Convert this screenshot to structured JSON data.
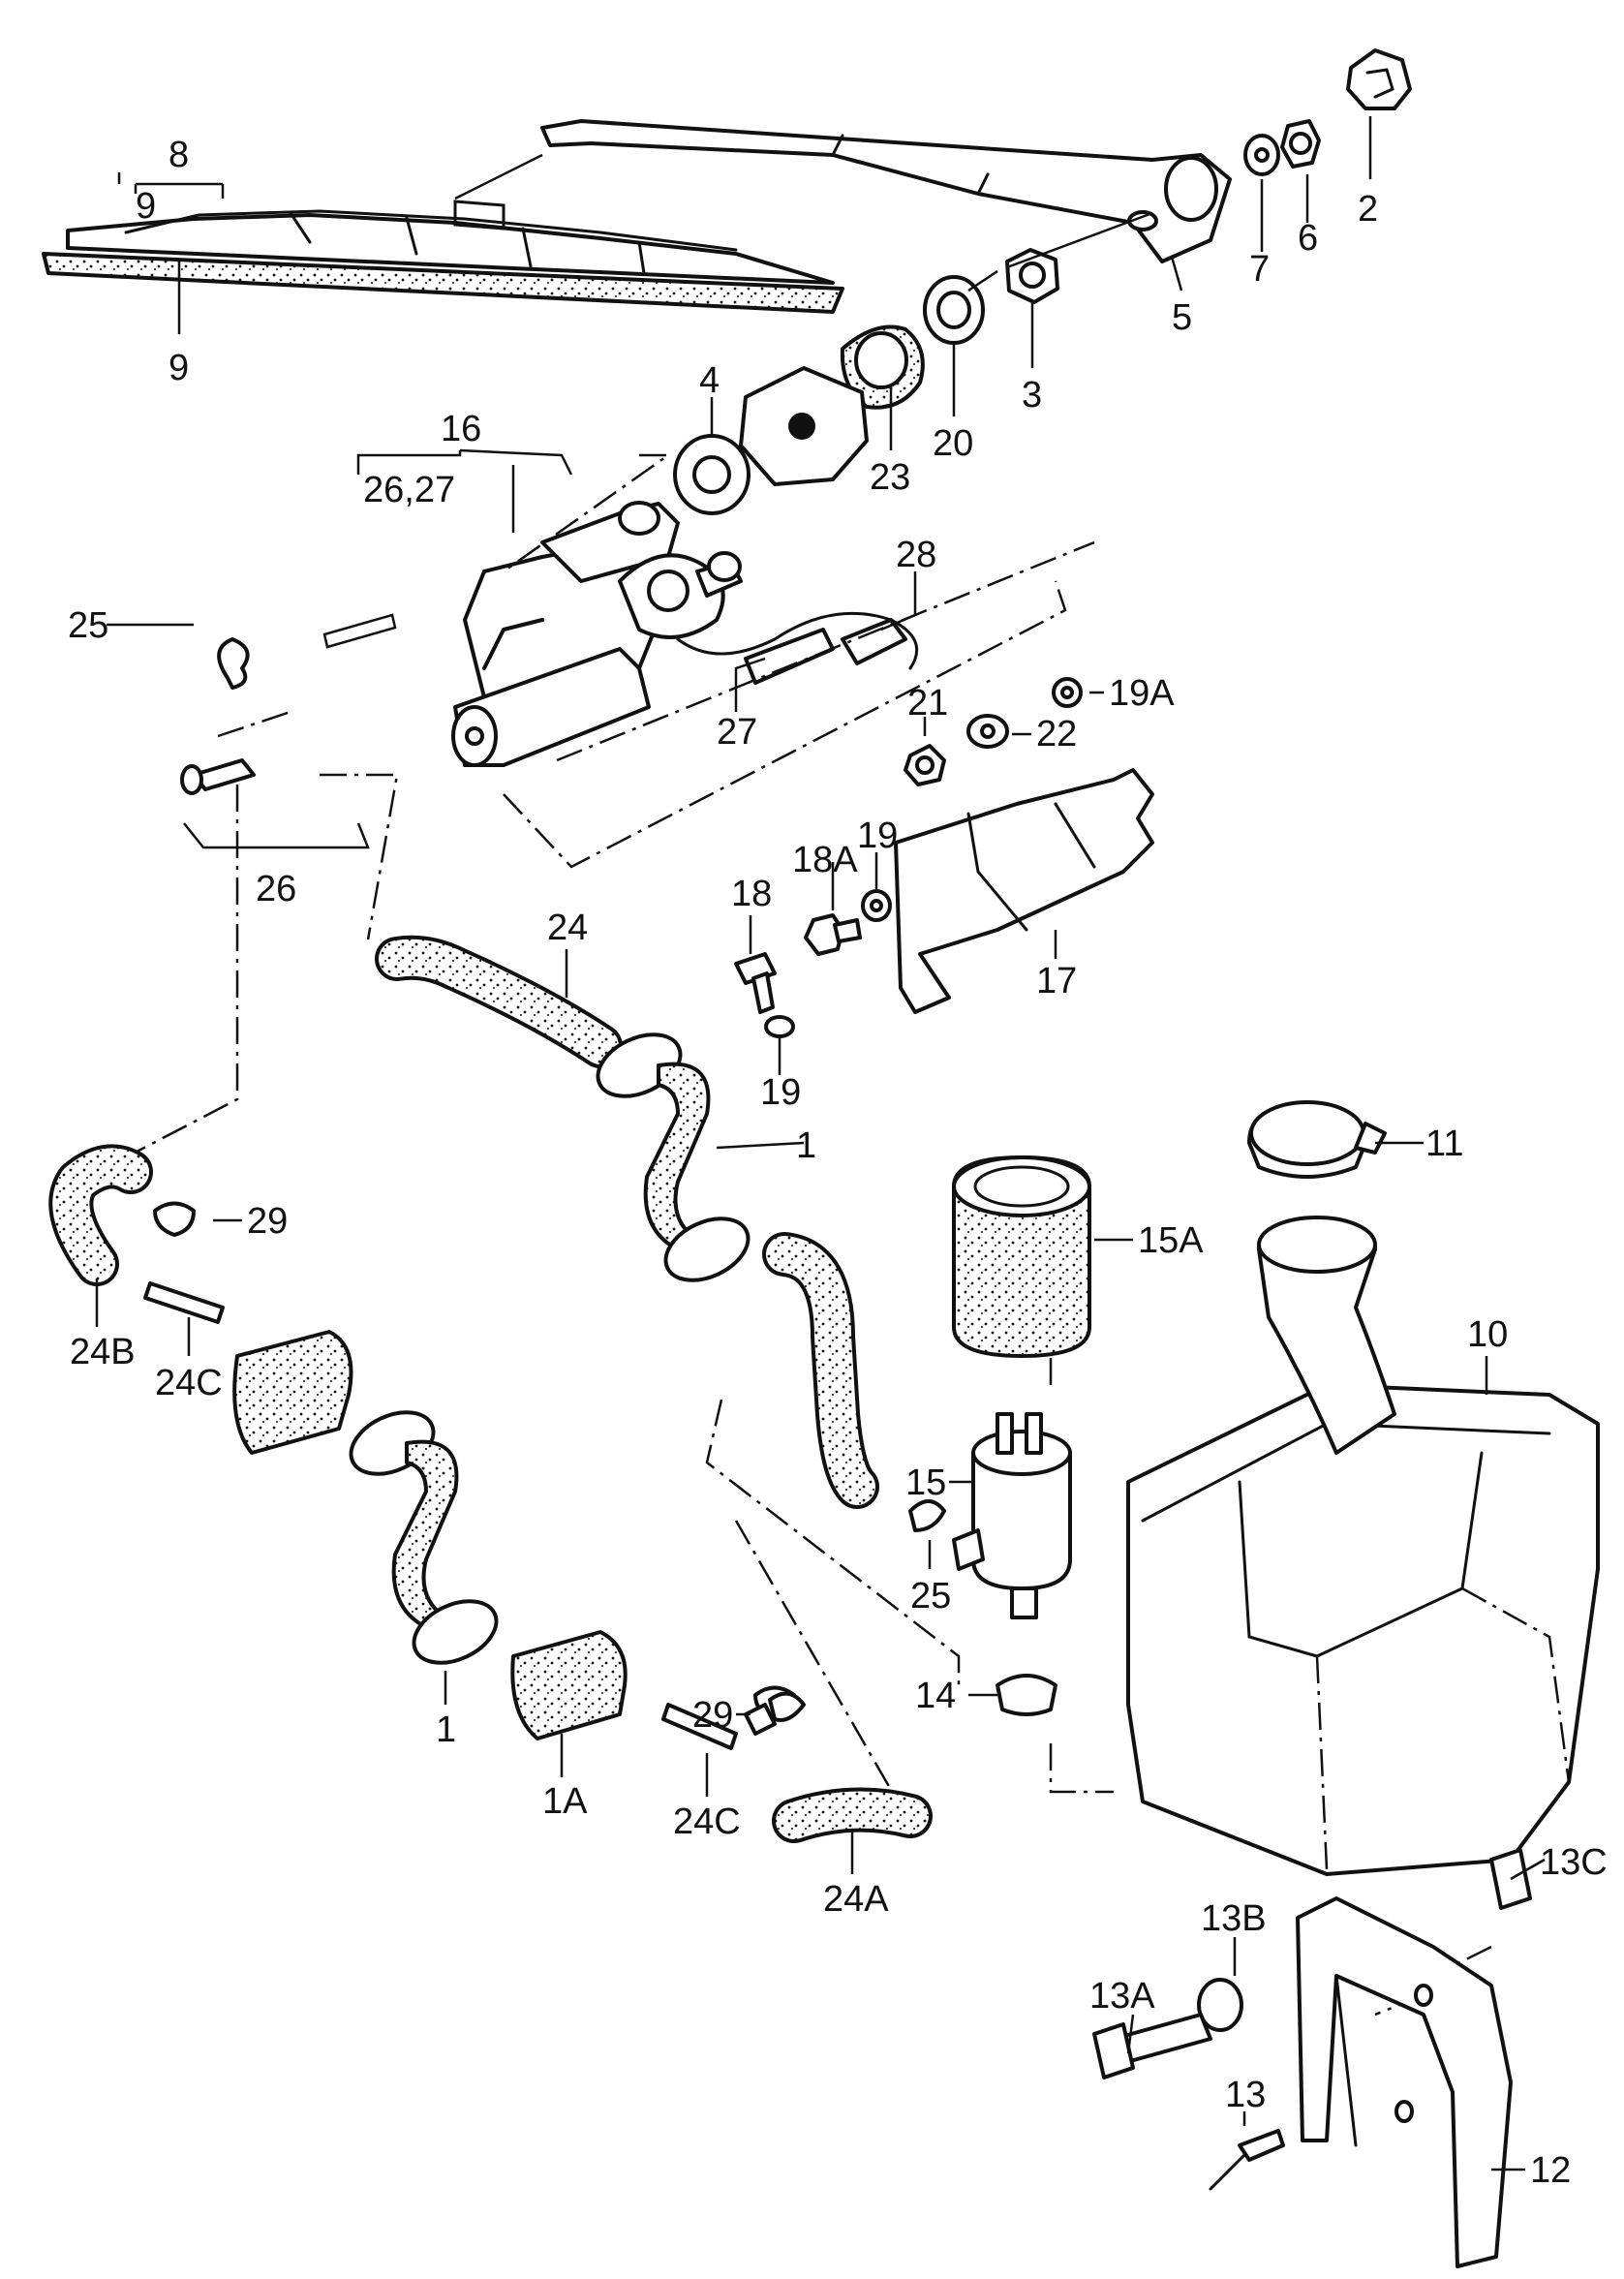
{
  "diagram": {
    "callouts": [
      {
        "id": "8",
        "text": "8"
      },
      {
        "id": "9a",
        "text": "9"
      },
      {
        "id": "9b",
        "text": "9"
      },
      {
        "id": "2",
        "text": "2"
      },
      {
        "id": "6",
        "text": "6"
      },
      {
        "id": "7",
        "text": "7"
      },
      {
        "id": "5",
        "text": "5"
      },
      {
        "id": "3",
        "text": "3"
      },
      {
        "id": "20",
        "text": "20"
      },
      {
        "id": "23",
        "text": "23"
      },
      {
        "id": "4",
        "text": "4"
      },
      {
        "id": "16",
        "text": "16"
      },
      {
        "id": "26-27",
        "text": "26,27"
      },
      {
        "id": "25a",
        "text": "25"
      },
      {
        "id": "28",
        "text": "28"
      },
      {
        "id": "27",
        "text": "27"
      },
      {
        "id": "19A",
        "text": "19A"
      },
      {
        "id": "21",
        "text": "21"
      },
      {
        "id": "22",
        "text": "22"
      },
      {
        "id": "18A",
        "text": "18A"
      },
      {
        "id": "19a",
        "text": "19"
      },
      {
        "id": "18",
        "text": "18"
      },
      {
        "id": "26",
        "text": "26"
      },
      {
        "id": "24",
        "text": "24"
      },
      {
        "id": "17",
        "text": "17"
      },
      {
        "id": "19b",
        "text": "19"
      },
      {
        "id": "1a",
        "text": "1"
      },
      {
        "id": "11",
        "text": "11"
      },
      {
        "id": "29a",
        "text": "29"
      },
      {
        "id": "15A",
        "text": "15A"
      },
      {
        "id": "24B",
        "text": "24B"
      },
      {
        "id": "24Ca",
        "text": "24C"
      },
      {
        "id": "10",
        "text": "10"
      },
      {
        "id": "15",
        "text": "15"
      },
      {
        "id": "25b",
        "text": "25"
      },
      {
        "id": "14",
        "text": "14"
      },
      {
        "id": "29b",
        "text": "29"
      },
      {
        "id": "1b",
        "text": "1"
      },
      {
        "id": "1A",
        "text": "1A"
      },
      {
        "id": "24Cb",
        "text": "24C"
      },
      {
        "id": "24A",
        "text": "24A"
      },
      {
        "id": "13C",
        "text": "13C"
      },
      {
        "id": "13B",
        "text": "13B"
      },
      {
        "id": "13A",
        "text": "13A"
      },
      {
        "id": "12",
        "text": "12"
      },
      {
        "id": "13",
        "text": "13"
      }
    ]
  }
}
